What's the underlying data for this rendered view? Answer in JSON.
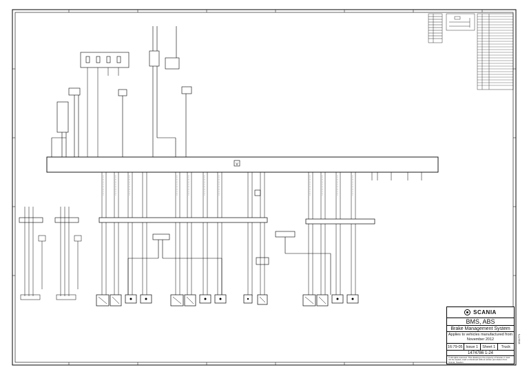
{
  "title_block": {
    "brand": "SCANIA",
    "title": "BMS, ABS",
    "subtitle": "Brake Management System",
    "applies": "Applies to vehicles manufactured from November 2012",
    "date": "16:79-05",
    "issue": "Issue 1",
    "sheet": "Sheet 1",
    "vehicle": "Truck",
    "drawing_number": "1474786 1-24",
    "copyright": "© All rights reserved. This drawing is the property of Scania. It must not be copied, used or disclosed without written permission from Scania, Sweden."
  },
  "side_code": "1511771",
  "diagram": {
    "central_unit_label": "V",
    "icons": [
      "scania-griffin-icon",
      "valve-icon",
      "sensor-icon"
    ]
  }
}
